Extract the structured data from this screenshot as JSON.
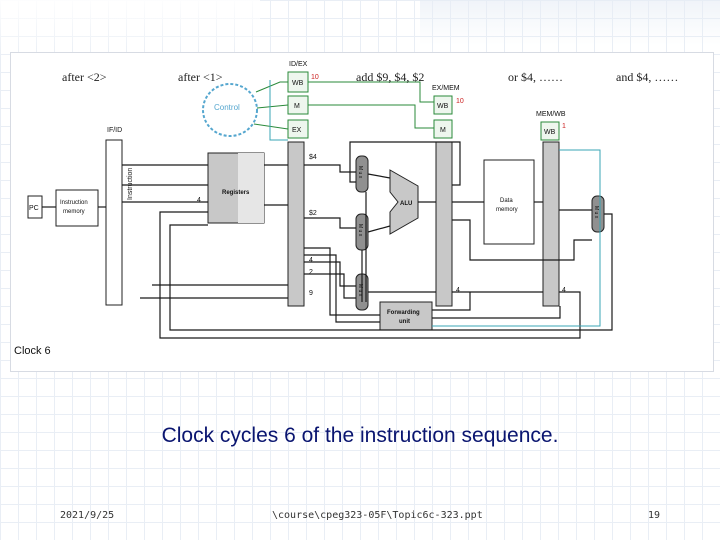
{
  "slide": {
    "instructions": {
      "after2": "after <2>",
      "after1": "after <1>",
      "add": "add $9, $4, $2",
      "or": "or $4, ……",
      "and": "and $4, ……"
    },
    "caption": "Clock cycles 6 of the instruction sequence.",
    "footer": {
      "date": "2021/9/25",
      "path": "\\course\\cpeg323-05F\\Topic6c-323.ppt",
      "page": "19"
    }
  },
  "diagram": {
    "clock_label": "Clock 6",
    "pipeline_regs": {
      "if_id": "IF/ID",
      "id_ex": "ID/EX",
      "ex_mem": "EX/MEM",
      "mem_wb": "MEM/WB"
    },
    "blocks": {
      "pc": "PC",
      "instruction_memory": [
        "Instruction",
        "memory"
      ],
      "instruction_bus": "Instruction",
      "registers": "Registers",
      "alu": "ALU",
      "data_memory": [
        "Data",
        "memory"
      ],
      "forwarding_unit": [
        "Forwarding",
        "unit"
      ],
      "control": "Control",
      "mux": "M u x"
    },
    "fields": {
      "wb": "WB",
      "m": "M",
      "ex": "EX"
    },
    "values": {
      "id_ex_wb": "10",
      "ex_mem_wb": "10",
      "mem_wb": "1",
      "rs": "$4",
      "rt": "$2",
      "rf_write_reg": "4",
      "reg_a": "4",
      "reg_b": "2",
      "reg_c": "9",
      "ex_mem_rd": "4",
      "mem_wb_rd": "4"
    },
    "colors": {
      "control_oval": "#56a7cf",
      "wire": "#1a1a1a",
      "reg_gray": "#c8c8c8",
      "mux_gray": "#909090"
    }
  }
}
